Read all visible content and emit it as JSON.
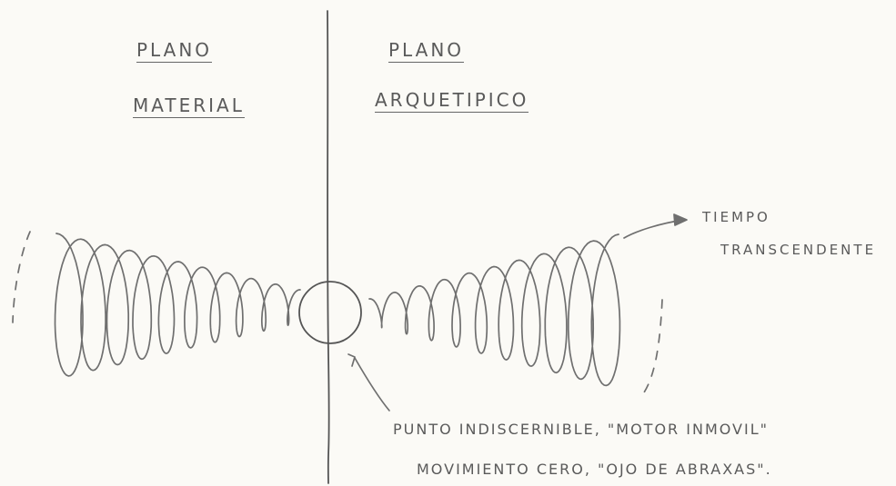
{
  "left_plane": {
    "line1": "PLANO",
    "line2": "MATERIAL"
  },
  "right_plane": {
    "line1": "PLANO",
    "line2": "ARQUETIPICO"
  },
  "time_label": {
    "line1": "TIEMPO",
    "line2": "TRANSCENDENTE"
  },
  "point_label": {
    "line1": "PUNTO INDISCERNIBLE, \"MOTOR INMOVIL\"",
    "line2": "MOVIMIENTO CERO, \"OJO DE ABRAXAS\"."
  },
  "colors": {
    "paper": "#fbfaf6",
    "ink": "#6f6f6f"
  }
}
